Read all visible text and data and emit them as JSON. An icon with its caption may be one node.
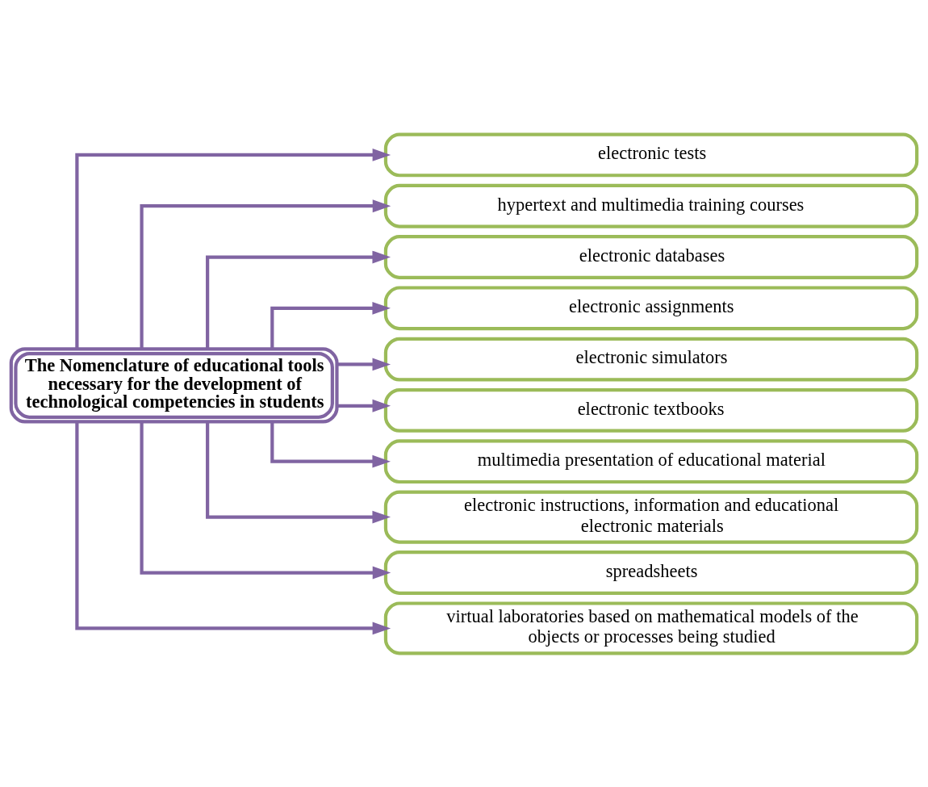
{
  "diagram": {
    "nodes": [
      {
        "text": [
          "The Nomenclature of educational tools necessary for the development of technological competencies in students"
        ]
      },
      {
        "text": [
          "electronic tests"
        ]
      },
      {
        "text": [
          "hypertext and multimedia training courses"
        ]
      },
      {
        "text": [
          "electronic databases"
        ]
      },
      {
        "text": [
          "electronic assignments"
        ]
      },
      {
        "text": [
          "electronic simulators"
        ]
      },
      {
        "text": [
          "electronic textbooks"
        ]
      },
      {
        "text": [
          "multimedia presentation of educational material"
        ]
      },
      {
        "text": [
          "electronic instructions, information and educational electronic materials"
        ]
      },
      {
        "text": [
          "spreadsheets"
        ]
      },
      {
        "text": [
          "virtual laboratories based on mathematical models of the objects or processes being studied"
        ]
      }
    ],
    "edges": [
      {
        "from": 0,
        "to": 1,
        "arrow": "to"
      },
      {
        "from": 0,
        "to": 2,
        "arrow": "to"
      },
      {
        "from": 0,
        "to": 3,
        "arrow": "to"
      },
      {
        "from": 0,
        "to": 4,
        "arrow": "to"
      },
      {
        "from": 0,
        "to": 5,
        "arrow": "to"
      },
      {
        "from": 0,
        "to": 6,
        "arrow": "to"
      },
      {
        "from": 0,
        "to": 7,
        "arrow": "to"
      },
      {
        "from": 0,
        "to": 8,
        "arrow": "to"
      },
      {
        "from": 0,
        "to": 9,
        "arrow": "to"
      },
      {
        "from": 0,
        "to": 10,
        "arrow": "to"
      }
    ]
  }
}
